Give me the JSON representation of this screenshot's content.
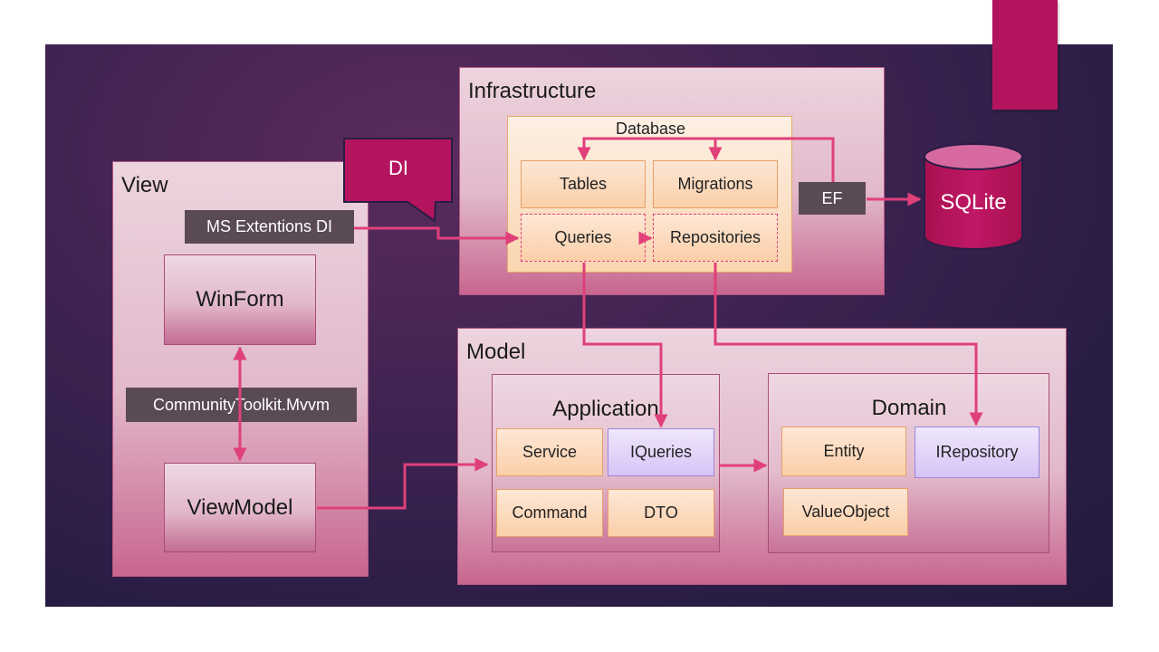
{
  "sections": {
    "infrastructure": "Infrastructure",
    "database": "Database",
    "view": "View",
    "model": "Model",
    "application": "Application",
    "domain": "Domain"
  },
  "callout": {
    "di": "DI"
  },
  "labels": {
    "ms_extensions_di": "MS Extentions DI",
    "community_toolkit": "CommunityToolkit.Mvvm",
    "ef": "EF",
    "sqlite": "SQLite"
  },
  "boxes": {
    "tables": "Tables",
    "migrations": "Migrations",
    "queries": "Queries",
    "repositories": "Repositories",
    "winform": "WinForm",
    "viewmodel": "ViewModel",
    "service": "Service",
    "iqueries": "IQueries",
    "command": "Command",
    "dto": "DTO",
    "entity": "Entity",
    "irepository": "IRepository",
    "valueobject": "ValueObject"
  },
  "colors": {
    "accent": "#b4145e",
    "arrow": "#e0407a",
    "background": "#2e1f47"
  }
}
